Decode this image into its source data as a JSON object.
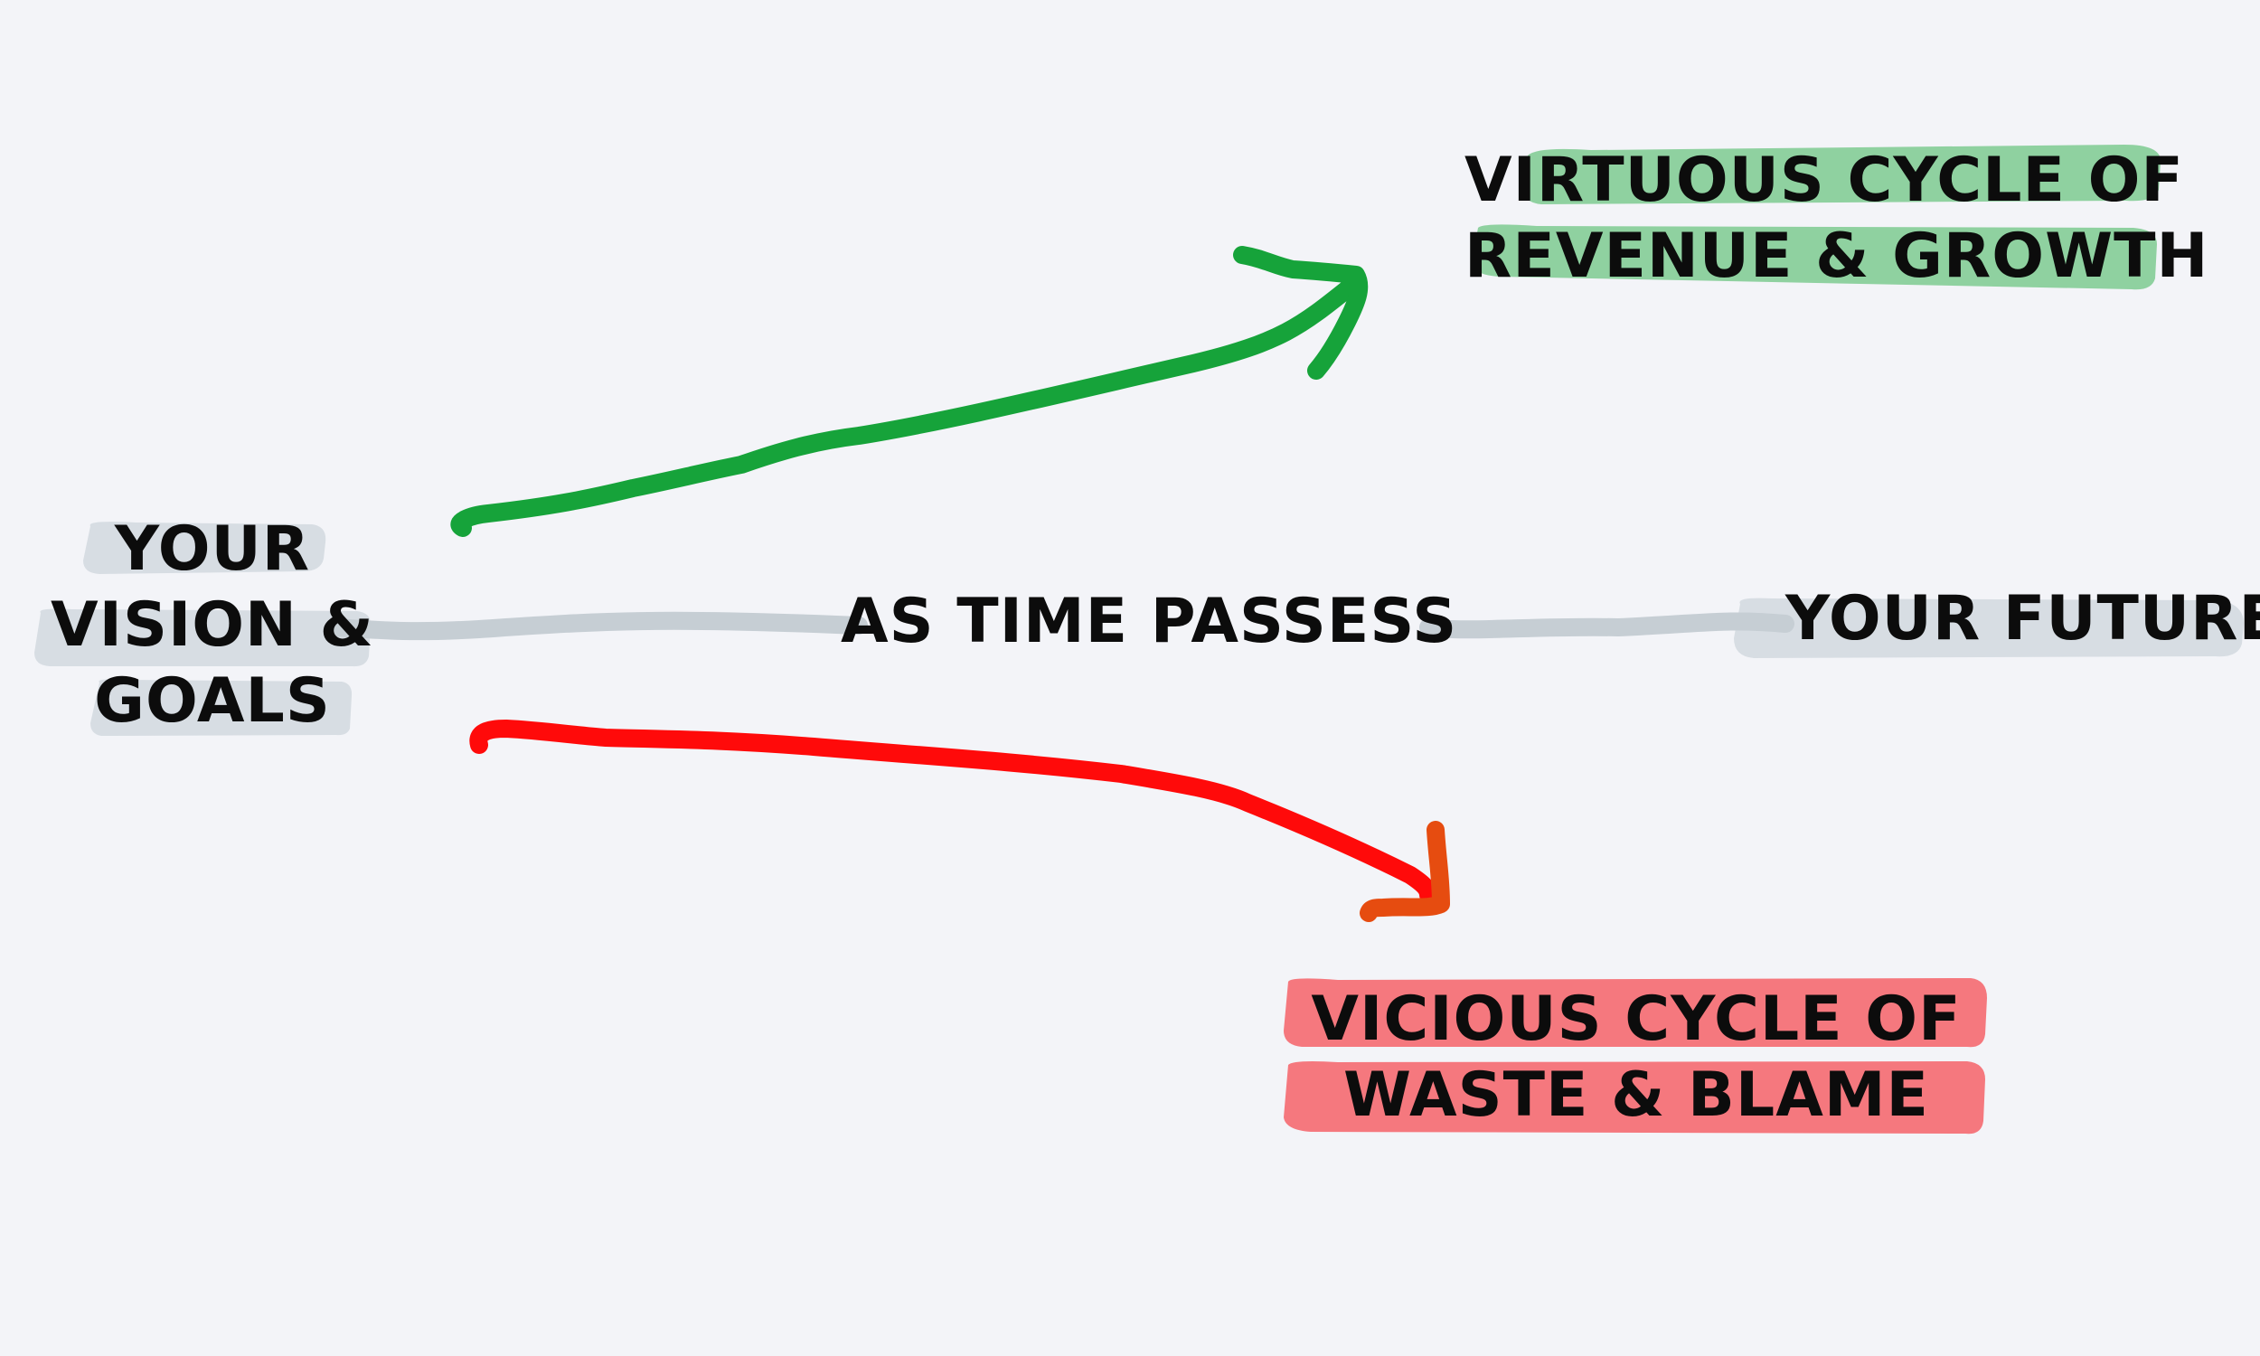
{
  "nodes": {
    "start": {
      "lines": [
        "YOUR",
        "VISION &",
        "GOALS"
      ]
    },
    "middle": {
      "text": "AS TIME PASSESS"
    },
    "end": {
      "text": "YOUR FUTURE"
    },
    "virtuous": {
      "lines": [
        "VIRTUOUS CYCLE OF",
        "REVENUE & GROWTH"
      ]
    },
    "vicious": {
      "lines": [
        "VICIOUS CYCLE OF",
        "WASTE & BLAME"
      ]
    }
  },
  "colors": {
    "background": "#f3f4f8",
    "highlight_grey": "#d7dde3",
    "timeline_grey": "#c6ced4",
    "highlight_green": "#8fd1a0",
    "arrow_green": "#16a33a",
    "highlight_red": "#f5787e",
    "arrow_red": "#ff0a0a",
    "arrowhead_orange": "#e64c10"
  }
}
